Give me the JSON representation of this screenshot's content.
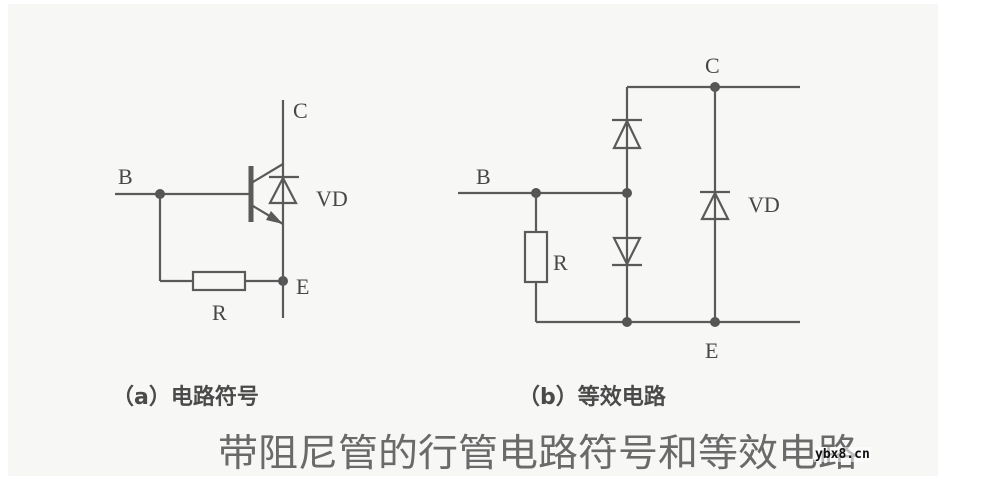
{
  "figure": {
    "title": "带阻尼管的行管电路符号和等效电路",
    "watermark": "ybx8.cn",
    "colors": {
      "line": "#5a5a5a",
      "text": "#474747",
      "background": "#f7f7f6"
    }
  },
  "panel_a": {
    "caption": "（a）电路符号",
    "labels": {
      "base": "B",
      "collector": "C",
      "emitter": "E",
      "resistor": "R",
      "diode": "VD"
    }
  },
  "panel_b": {
    "caption": "（b）等效电路",
    "labels": {
      "base": "B",
      "collector": "C",
      "emitter": "E",
      "resistor": "R",
      "diode": "VD"
    }
  }
}
